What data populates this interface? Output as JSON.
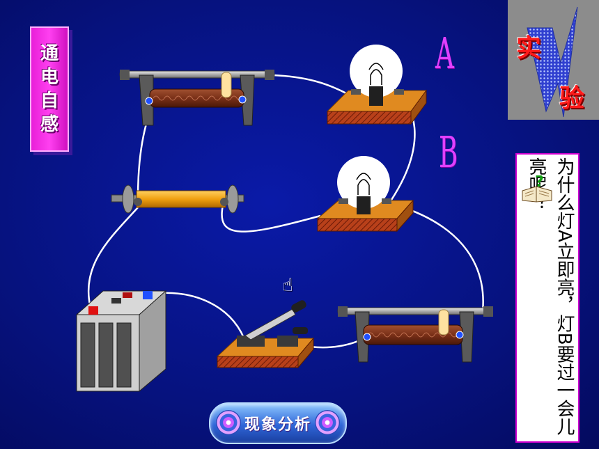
{
  "title_vertical": [
    "通",
    "电",
    "自",
    "感"
  ],
  "bulb_labels": {
    "a": "A",
    "b": "B"
  },
  "badge": {
    "char1": "实",
    "char2": "验"
  },
  "question": {
    "text": "为什么灯A立即亮，灯B要过一会儿亮呢？"
  },
  "analysis_button": {
    "label": "现象分析"
  },
  "icons": {
    "question_book": "question-book-icon",
    "pointer": "pointing-hand-icon",
    "swirl": "swirl-icon"
  },
  "colors": {
    "background": "#06127e",
    "title_bg": "#ff40f0",
    "label_purple": "#e040ff",
    "badge_red": "#ff1a1a",
    "wire": "#ffffff",
    "base_orange": "#d2801e",
    "inductor": "#f0a818"
  }
}
